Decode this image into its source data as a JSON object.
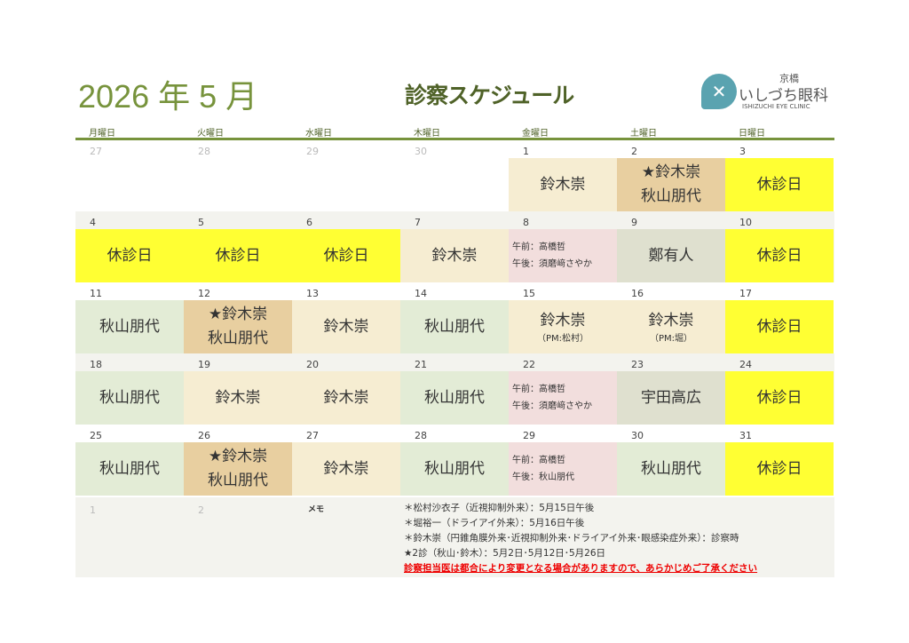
{
  "header": {
    "month": "2026 年 5 月",
    "title": "診察スケジュール",
    "logo": {
      "line1": "京橋",
      "line2": "いしづち眼科",
      "line3": "ISHIZUCHI EYE CLINIC"
    }
  },
  "weekdays": [
    "月曜日",
    "火曜日",
    "水曜日",
    "木曜日",
    "金曜日",
    "土曜日",
    "日曜日"
  ],
  "colors": {
    "closed": "#ffff33",
    "suzuki": "#f6edd2",
    "double": "#e8cfa0",
    "akiyama": "#e3ecd6",
    "split": "#f2dedd",
    "other": "#dfe0cf"
  },
  "weeks": [
    [
      {
        "n": "27",
        "dim": true
      },
      {
        "n": "28",
        "dim": true
      },
      {
        "n": "29",
        "dim": true
      },
      {
        "n": "30",
        "dim": true
      },
      {
        "n": "1",
        "t": "suzuki",
        "lines": [
          "鈴木崇"
        ]
      },
      {
        "n": "2",
        "t": "double",
        "lines": [
          "★鈴木崇",
          "秋山朋代"
        ]
      },
      {
        "n": "3",
        "t": "closed",
        "lines": [
          "休診日"
        ]
      }
    ],
    [
      {
        "n": "4",
        "t": "closed",
        "lines": [
          "休診日"
        ]
      },
      {
        "n": "5",
        "t": "closed",
        "lines": [
          "休診日"
        ]
      },
      {
        "n": "6",
        "t": "closed",
        "lines": [
          "休診日"
        ]
      },
      {
        "n": "7",
        "t": "suzuki",
        "lines": [
          "鈴木崇"
        ]
      },
      {
        "n": "8",
        "t": "split",
        "small": [
          "午前：高橋哲",
          "午後：須磨﨑さやか"
        ]
      },
      {
        "n": "9",
        "t": "other",
        "lines": [
          "鄭有人"
        ]
      },
      {
        "n": "10",
        "t": "closed",
        "lines": [
          "休診日"
        ]
      }
    ],
    [
      {
        "n": "11",
        "t": "akiyama",
        "lines": [
          "秋山朋代"
        ]
      },
      {
        "n": "12",
        "t": "double",
        "lines": [
          "★鈴木崇",
          "秋山朋代"
        ]
      },
      {
        "n": "13",
        "t": "suzuki",
        "lines": [
          "鈴木崇"
        ]
      },
      {
        "n": "14",
        "t": "akiyama",
        "lines": [
          "秋山朋代"
        ]
      },
      {
        "n": "15",
        "t": "suzuki",
        "lines": [
          "鈴木崇"
        ],
        "sub": "（PM:松村）"
      },
      {
        "n": "16",
        "t": "suzuki",
        "lines": [
          "鈴木崇"
        ],
        "sub": "（PM:堀）"
      },
      {
        "n": "17",
        "t": "closed",
        "lines": [
          "休診日"
        ]
      }
    ],
    [
      {
        "n": "18",
        "t": "akiyama",
        "lines": [
          "秋山朋代"
        ]
      },
      {
        "n": "19",
        "t": "suzuki",
        "lines": [
          "鈴木崇"
        ]
      },
      {
        "n": "20",
        "t": "suzuki",
        "lines": [
          "鈴木崇"
        ]
      },
      {
        "n": "21",
        "t": "akiyama",
        "lines": [
          "秋山朋代"
        ]
      },
      {
        "n": "22",
        "t": "split",
        "small": [
          "午前：高橋哲",
          "午後：須磨﨑さやか"
        ]
      },
      {
        "n": "23",
        "t": "other",
        "lines": [
          "宇田高広"
        ]
      },
      {
        "n": "24",
        "t": "closed",
        "lines": [
          "休診日"
        ]
      }
    ],
    [
      {
        "n": "25",
        "t": "akiyama",
        "lines": [
          "秋山朋代"
        ]
      },
      {
        "n": "26",
        "t": "double",
        "lines": [
          "★鈴木崇",
          "秋山朋代"
        ]
      },
      {
        "n": "27",
        "t": "suzuki",
        "lines": [
          "鈴木崇"
        ]
      },
      {
        "n": "28",
        "t": "akiyama",
        "lines": [
          "秋山朋代"
        ]
      },
      {
        "n": "29",
        "t": "split",
        "small": [
          "午前：高橋哲",
          "午後：秋山朋代"
        ]
      },
      {
        "n": "30",
        "t": "akiyama",
        "lines": [
          "秋山朋代"
        ]
      },
      {
        "n": "31",
        "t": "closed",
        "lines": [
          "休診日"
        ]
      }
    ]
  ],
  "trailing": [
    "1",
    "2"
  ],
  "memo": {
    "label": "メモ",
    "lines": [
      "＊松村沙衣子（近視抑制外来）：5月15日午後",
      "＊堀裕一（ドライアイ外来）：5月16日午後",
      "＊鈴木崇（円錐角膜外来･近視抑制外来･ドライアイ外来･眼感染症外来）：診察時",
      "★2診（秋山･鈴木）：5月2日･5月12日･5月26日"
    ],
    "warning": "診察担当医は都合により変更となる場合がありますので、あらかじめご了承ください"
  }
}
